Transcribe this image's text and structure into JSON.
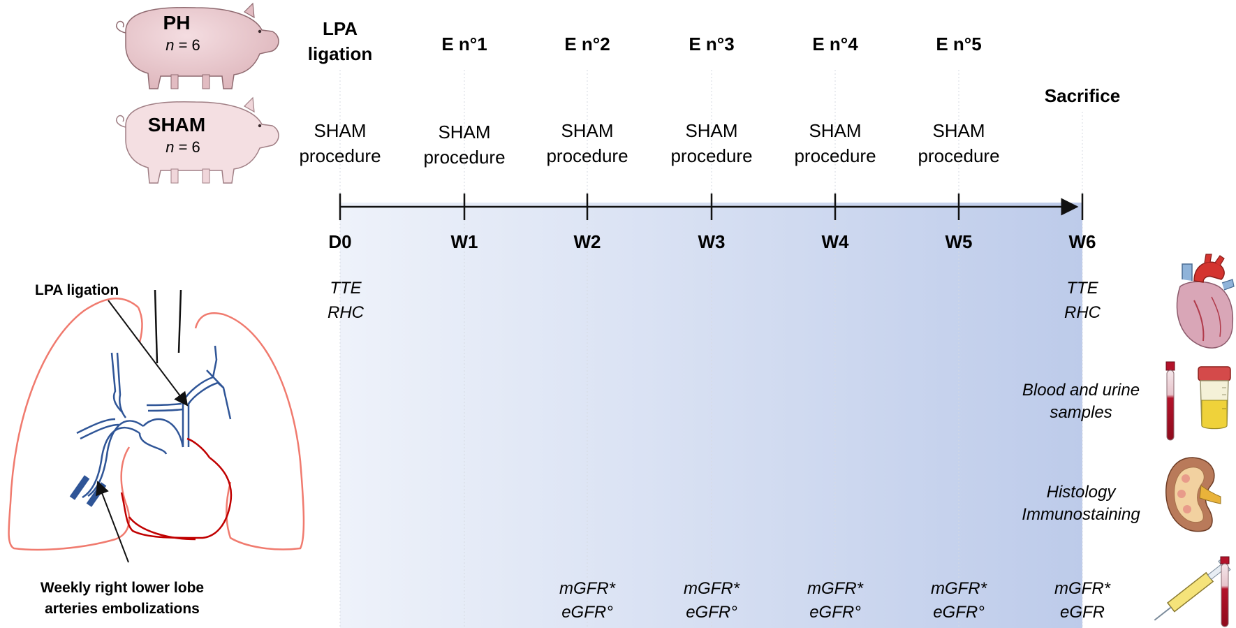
{
  "groups": [
    {
      "name": "PH",
      "n_label": "n",
      "n_value": "= 6"
    },
    {
      "name": "SHAM",
      "n_label": "n",
      "n_value": "= 6"
    }
  ],
  "interventions": [
    {
      "line1": "LPA",
      "line2": "ligation"
    },
    {
      "line1": "E n°1"
    },
    {
      "line1": "E n°2"
    },
    {
      "line1": "E n°3"
    },
    {
      "line1": "E n°4"
    },
    {
      "line1": "E n°5"
    },
    {
      "line1": "Sacrifice"
    }
  ],
  "sham_procedures": [
    {
      "line1": "SHAM",
      "line2": "procedure"
    },
    {
      "line1": "SHAM",
      "line2": "procedure"
    },
    {
      "line1": "SHAM",
      "line2": "procedure"
    },
    {
      "line1": "SHAM",
      "line2": "procedure"
    },
    {
      "line1": "SHAM",
      "line2": "procedure"
    },
    {
      "line1": "SHAM",
      "line2": "procedure"
    }
  ],
  "timepoints": [
    "D0",
    "W1",
    "W2",
    "W3",
    "W4",
    "W5",
    "W6"
  ],
  "exams": {
    "d0": {
      "line1": "TTE",
      "line2": "RHC"
    },
    "w6": {
      "line1": "TTE",
      "line2": "RHC"
    }
  },
  "gfr": [
    {
      "line1": "mGFR*",
      "line2": "eGFR°"
    },
    {
      "line1": "mGFR*",
      "line2": "eGFR°"
    },
    {
      "line1": "mGFR*",
      "line2": "eGFR°"
    },
    {
      "line1": "mGFR*",
      "line2": "eGFR°"
    },
    {
      "line1": "mGFR*",
      "line2": "eGFR"
    }
  ],
  "legend": {
    "blood_line1": "Blood and urine",
    "blood_line2": "samples",
    "histo_line1": "Histology",
    "histo_line2": "Immunostaining"
  },
  "lung": {
    "ligation_label": "LPA ligation",
    "embol_line1": "Weekly right lower lobe",
    "embol_line2": "arteries embolizations"
  },
  "icons": [
    "pig-icon",
    "heart-icon",
    "blood-tube-icon",
    "urine-cup-icon",
    "kidney-icon",
    "syringe-icon"
  ],
  "colors": {
    "lung_outline": "#f07a6e",
    "artery": "#2f5597",
    "vein": "#c00000",
    "band_light": "#eaeff9",
    "band_dark": "#bccbea"
  }
}
